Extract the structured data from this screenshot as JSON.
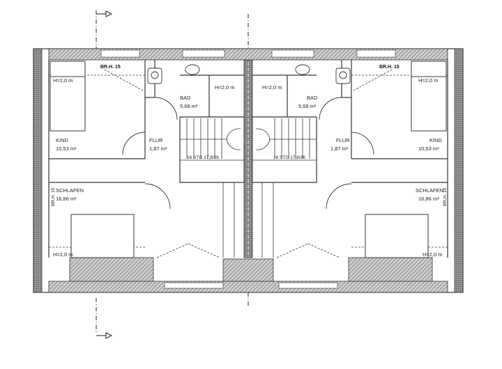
{
  "rooms": {
    "left": {
      "kind": {
        "name": "KIND",
        "area": "10,53 m²"
      },
      "bad": {
        "name": "BAD",
        "area": "5,68 m²"
      },
      "flur": {
        "name": "FLUR",
        "area": "1,87 m²"
      },
      "schlafen": {
        "name": "SCHLAFEN",
        "area": "16,86 m²"
      }
    },
    "right": {
      "kind": {
        "name": "KIND",
        "area": "10,53 m²"
      },
      "bad": {
        "name": "BAD",
        "area": "5,68 m²"
      },
      "flur": {
        "name": "FLUR",
        "area": "1,87 m²"
      },
      "schlafen": {
        "name": "SCHLAFEN",
        "area": "16,86 m²"
      }
    }
  },
  "heights": {
    "kind_left": "H=2,0 m",
    "kind_right": "H=2,0 m",
    "bad_left": "H=2,0 m",
    "bad_right": "H=2,0 m",
    "schlafen_left": "H=2,0 m",
    "schlafen_right": "H=2,0 m"
  },
  "markers": {
    "brh_left": "BR.H. 15",
    "brh_right": "BR.H. 15",
    "side_left": "BR.H. 15",
    "side_right": "BR.H. 15"
  },
  "stairs": {
    "left": "16 STG 17,8/26",
    "right": "16 STG 17,8/26"
  },
  "colors": {
    "wall": "#3a3a3a",
    "hatch": "#8a8a8a",
    "line": "#333333"
  }
}
